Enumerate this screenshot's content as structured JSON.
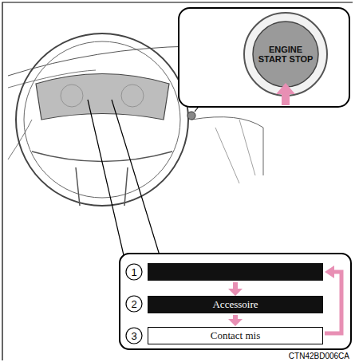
{
  "diagram": {
    "nodes": [
      {
        "text": [
          "ENGINE START STOP"
        ]
      },
      {
        "text": [
          "Accessoire"
        ]
      },
      {
        "text": [
          "Contact mis"
        ]
      }
    ],
    "edges": [
      {
        "from": 1,
        "to": 2,
        "arrow": "to"
      }
    ],
    "labels": [
      "1",
      "2",
      "3",
      "CTN42BD006CA"
    ]
  }
}
